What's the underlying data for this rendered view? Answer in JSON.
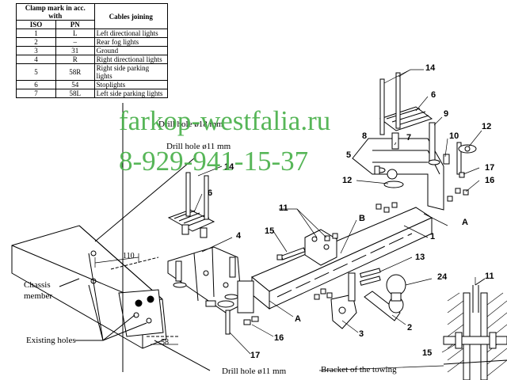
{
  "table": {
    "header_mark": "Clamp mark in acc. with",
    "header_iso": "ISO",
    "header_pn": "PN",
    "header_cables": "Cables joining",
    "rows": [
      {
        "iso": "1",
        "pn": "L",
        "desc": "Left directional lights"
      },
      {
        "iso": "2",
        "pn": "–",
        "desc": "Rear fog lights"
      },
      {
        "iso": "3",
        "pn": "31",
        "desc": "Ground"
      },
      {
        "iso": "4",
        "pn": "R",
        "desc": "Right directional lights"
      },
      {
        "iso": "5",
        "pn": "58R",
        "desc": "Right side parking lights"
      },
      {
        "iso": "6",
        "pn": "54",
        "desc": "Stoplights"
      },
      {
        "iso": "7",
        "pn": "58L",
        "desc": "Left side parking lights"
      }
    ]
  },
  "labels": {
    "drill_hole_18": "Drill hole ø18 mm",
    "drill_hole_11_top": "Drill hole ø11 mm",
    "drill_hole_11_bottom": "Drill hole ø11 mm",
    "chassis_line1": "Chassis",
    "chassis_line2": "member",
    "existing_holes": "Existing holes",
    "bracket_towing": "Bracket of the towing",
    "dim_110": "110",
    "dim_58": "58"
  },
  "callouts": {
    "n14_top": "14",
    "n6_top": "6",
    "n9": "9",
    "n12_right": "12",
    "n10": "10",
    "n8": "8",
    "n7": "7",
    "n5": "5",
    "n17_right": "17",
    "n12_mid": "12",
    "n16_right": "16",
    "n14_left": "14",
    "n6_left": "6",
    "n11_mid": "11",
    "nB": "B",
    "nA_right": "A",
    "n15_mid": "15",
    "n4": "4",
    "n1": "1",
    "n13": "13",
    "n24": "24",
    "n11_right": "11",
    "nA_low": "A",
    "n2": "2",
    "n3": "3",
    "n16_low": "16",
    "n17_low": "17",
    "n15_right": "15"
  },
  "watermark": {
    "site": "farkop-westfalia.ru",
    "phone": "8-929-941-15-37"
  },
  "colors": {
    "watermark": "#49b04a",
    "line": "#000000"
  }
}
